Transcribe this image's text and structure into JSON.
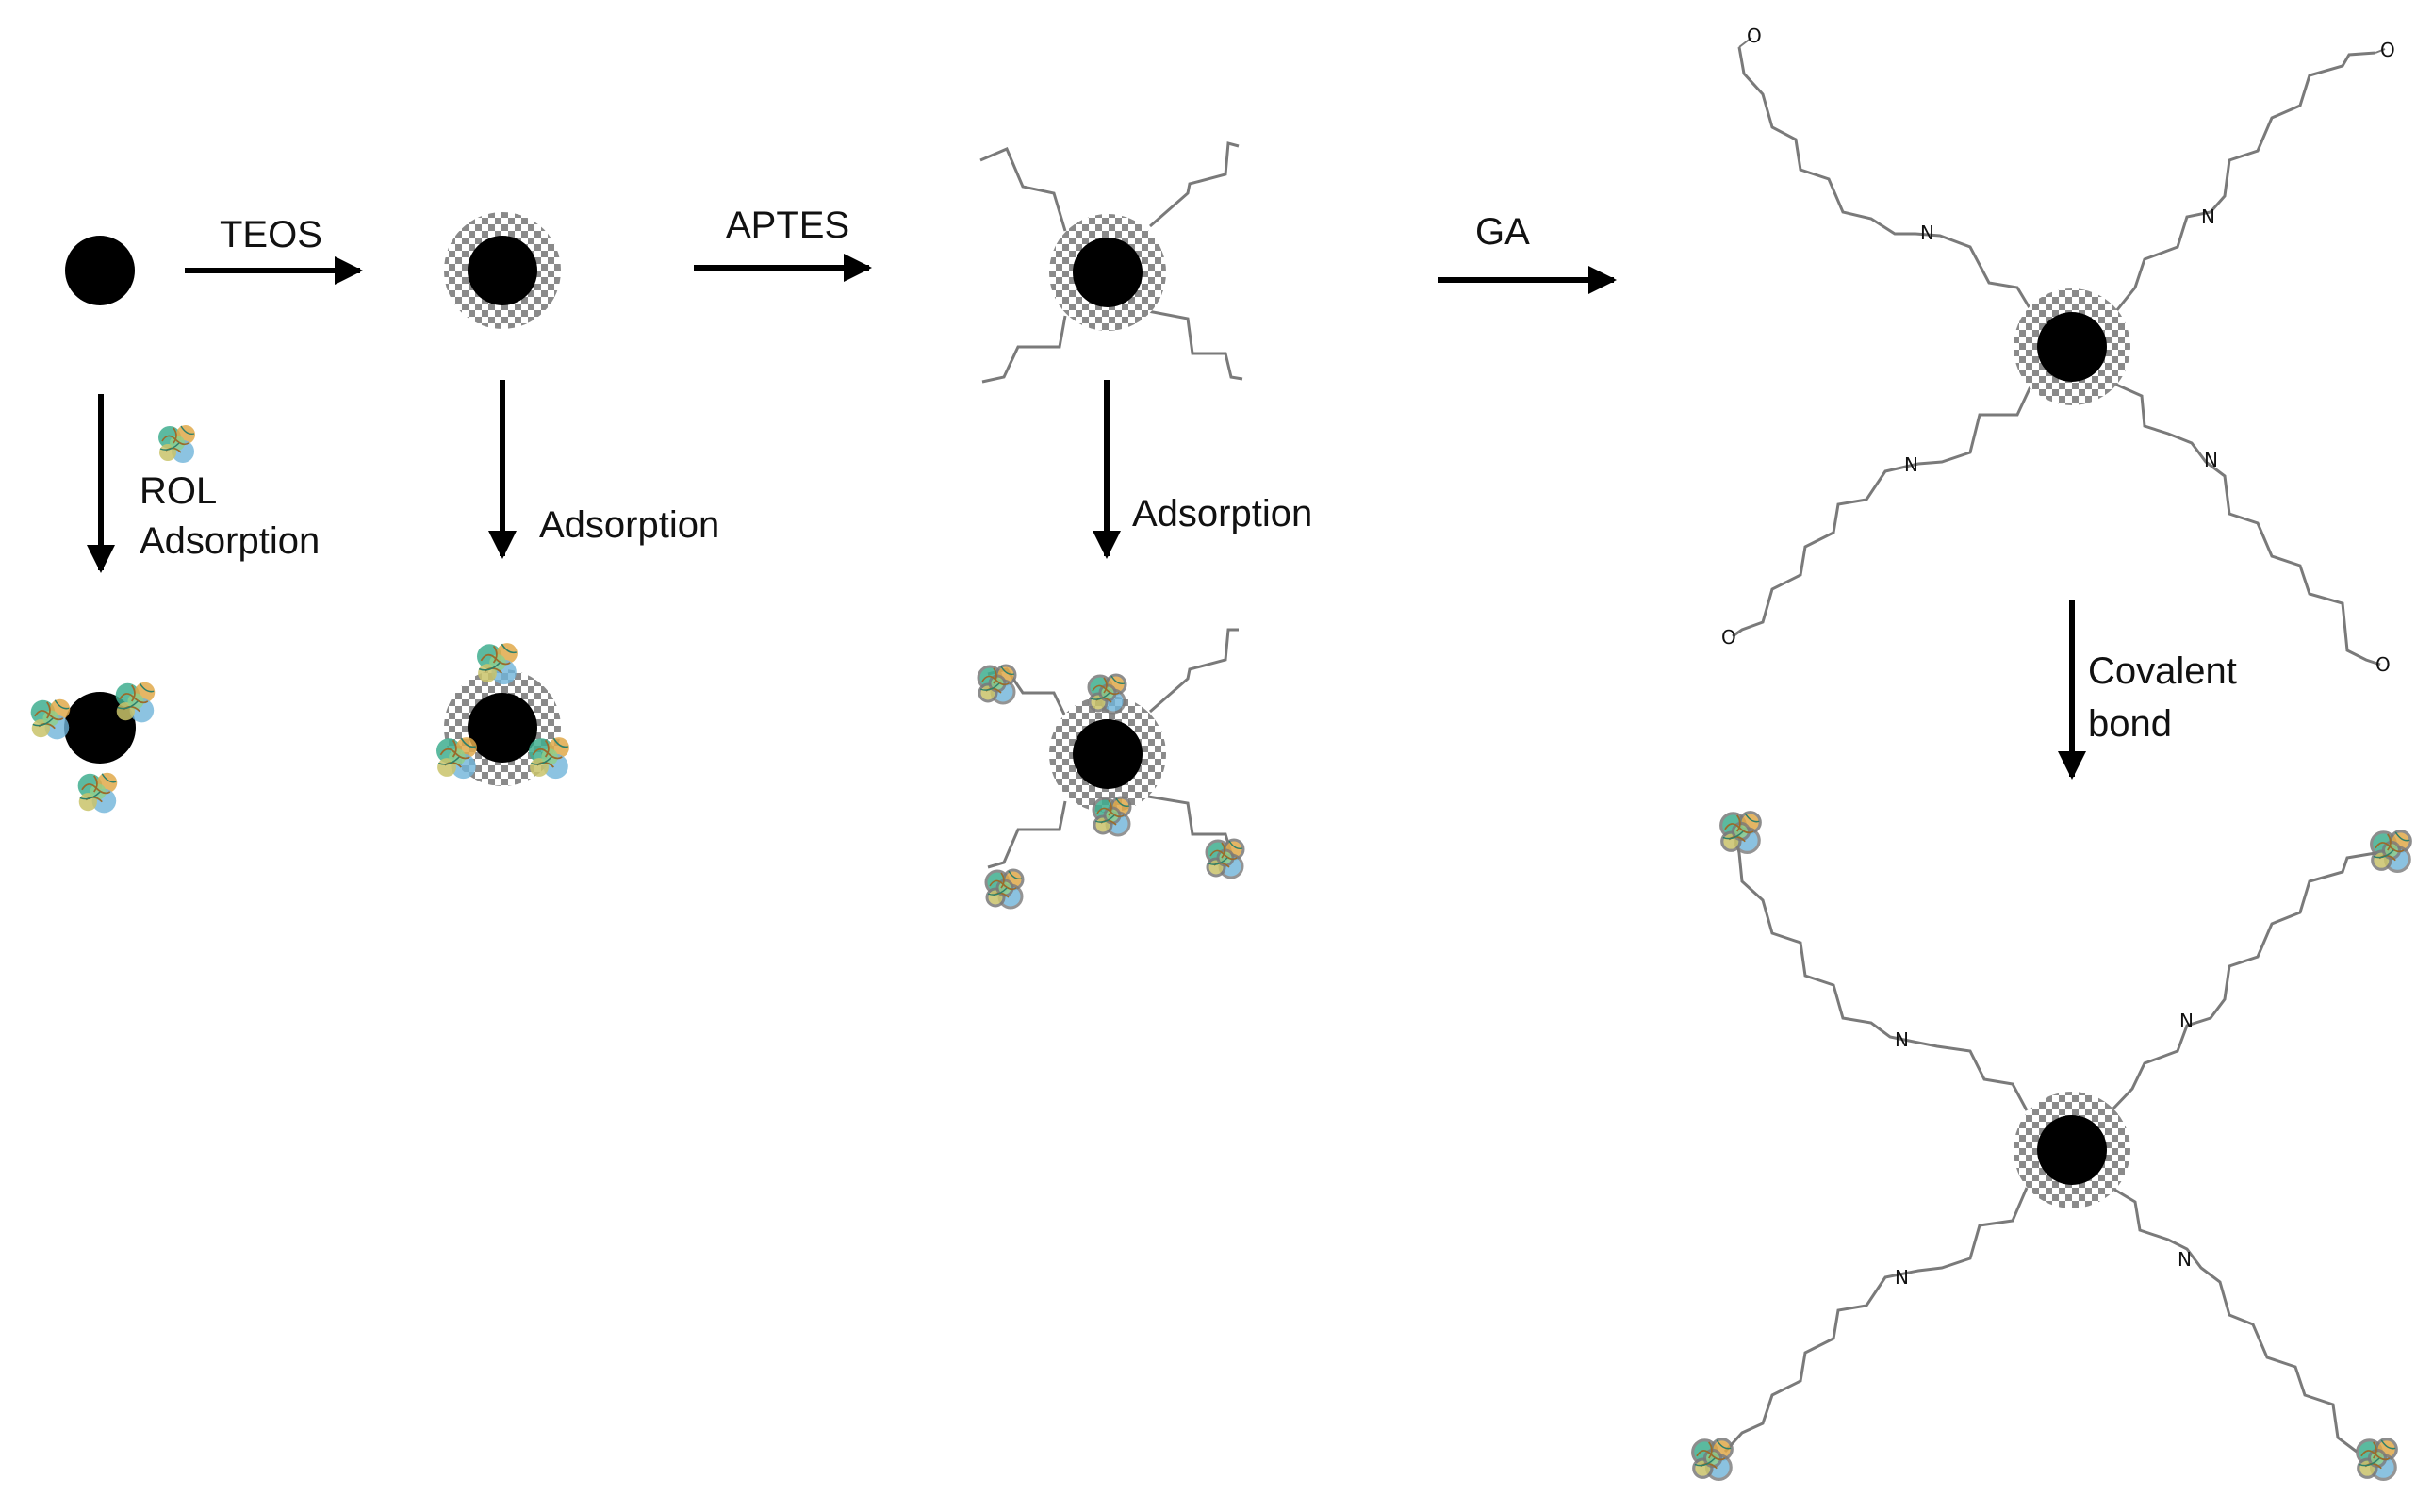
{
  "labels": {
    "teos": "TEOS",
    "aptes": "APTES",
    "ga": "GA",
    "rol": "ROL",
    "rol_adsorption": "Adsorption",
    "adsorption_1": "Adsorption",
    "adsorption_2": "Adsorption",
    "covalent": "Covalent",
    "bond": "bond",
    "nitrogen": "N",
    "oxygen": "O"
  },
  "colors": {
    "core": "#000000",
    "silica_shell": "#8a8a8a",
    "linker": "#7a7a7a",
    "arrow": "#000000",
    "enzyme": [
      "#3fae8f",
      "#e0a94a",
      "#6fb4d9",
      "#c9c36a",
      "#8fcf8a"
    ]
  },
  "icons": [
    "core-particle-icon",
    "silica-shell-icon",
    "enzyme-icon",
    "arrow-icon"
  ]
}
